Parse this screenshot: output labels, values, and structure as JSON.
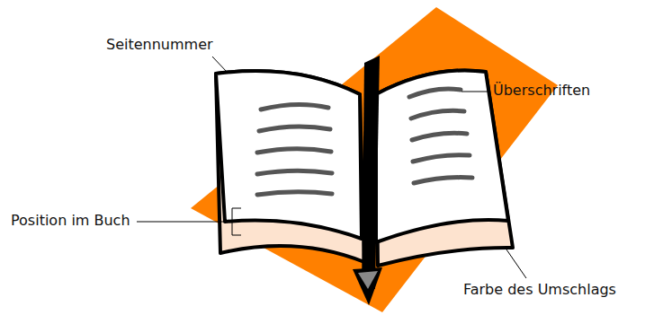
{
  "diagram": {
    "labels": [
      "Seitennummer",
      "Überschriften",
      "Position im Buch",
      "Farbe des Umschlags"
    ]
  }
}
